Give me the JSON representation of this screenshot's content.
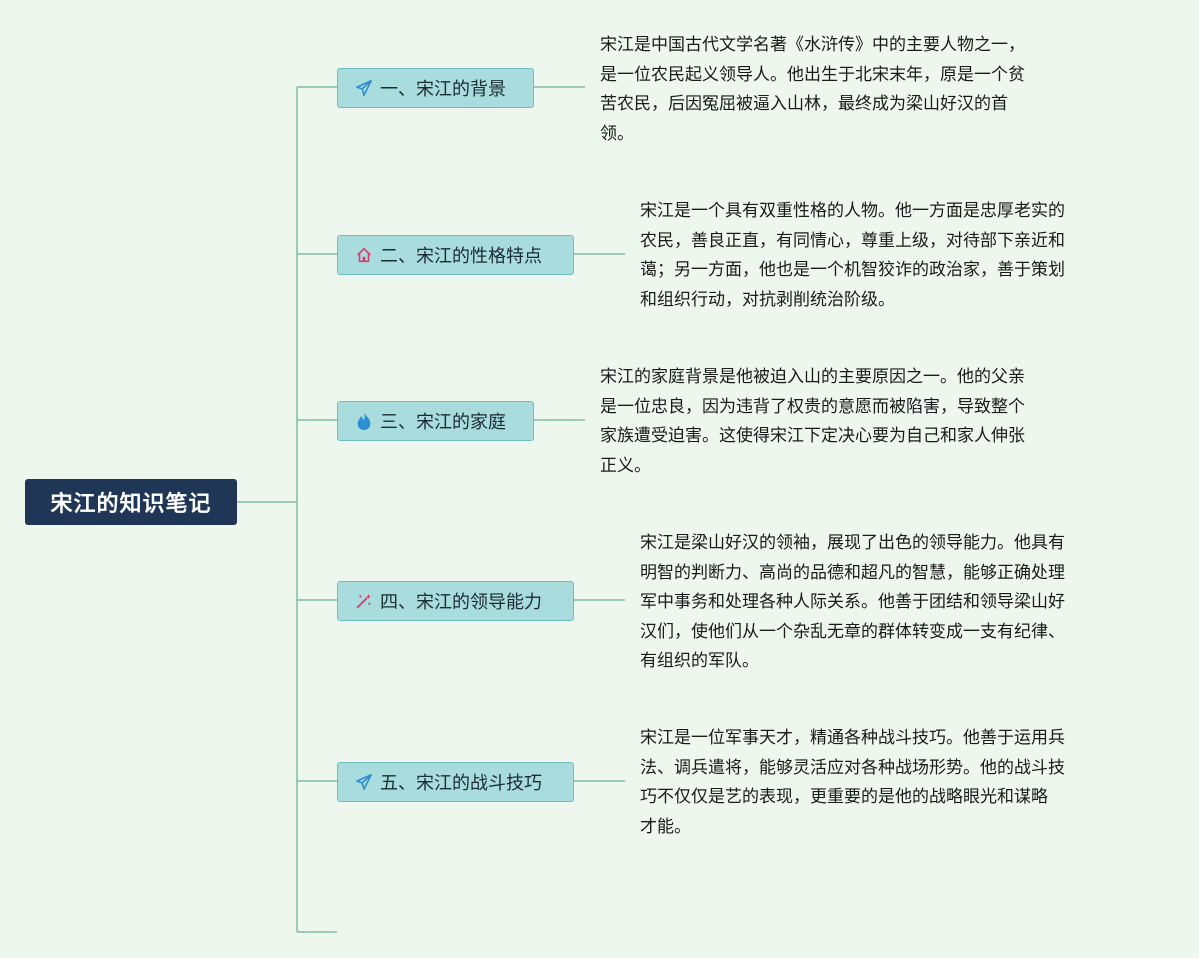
{
  "title": "宋江的知识笔记",
  "colors": {
    "background": "#eef7ee",
    "root_fill": "#1f3657",
    "node_fill": "#a9dcdc",
    "node_border": "#6fbfc1",
    "connector": "#7fbcaa"
  },
  "branches": [
    {
      "label": "一、宋江的背景",
      "icon": "paper-plane-icon",
      "desc_lines": [
        "宋江是中国古代文学名著《水浒传》中的主要人物之一，",
        "是一位农民起义领导人。他出生于北宋末年，原是一个贫",
        "苦农民，后因冤屈被逼入山林，最终成为梁山好汉的首",
        "领。"
      ]
    },
    {
      "label": "二、宋江的性格特点",
      "icon": "house-icon",
      "desc_lines": [
        "宋江是一个具有双重性格的人物。他一方面是忠厚老实的",
        "农民，善良正直，有同情心，尊重上级，对待部下亲近和",
        "蔼；另一方面，他也是一个机智狡诈的政治家，善于策划",
        "和组织行动，对抗剥削统治阶级。"
      ]
    },
    {
      "label": "三、宋江的家庭",
      "icon": "flame-icon",
      "desc_lines": [
        "宋江的家庭背景是他被迫入山的主要原因之一。他的父亲",
        "是一位忠良，因为违背了权贵的意愿而被陷害，导致整个",
        "家族遭受迫害。这使得宋江下定决心要为自己和家人伸张",
        "正义。"
      ]
    },
    {
      "label": "四、宋江的领导能力",
      "icon": "magic-wand-icon",
      "desc_lines": [
        "宋江是梁山好汉的领袖，展现了出色的领导能力。他具有",
        "明智的判断力、高尚的品德和超凡的智慧，能够正确处理",
        "军中事务和处理各种人际关系。他善于团结和领导梁山好",
        "汉们，使他们从一个杂乱无章的群体转变成一支有纪律、",
        "有组织的军队。"
      ]
    },
    {
      "label": "五、宋江的战斗技巧",
      "icon": "paper-plane-icon",
      "desc_lines": [
        "宋江是一位军事天才，精通各种战斗技巧。他善于运用兵",
        "法、调兵遣将，能够灵活应对各种战场形势。他的战斗技",
        "巧不仅仅是艺的表现，更重要的是他的战略眼光和谋略",
        "才能。"
      ]
    }
  ]
}
